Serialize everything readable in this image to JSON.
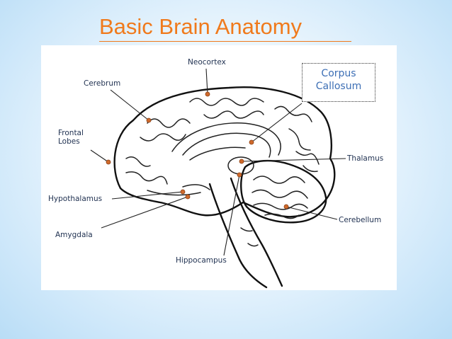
{
  "title": "Basic Brain Anatomy",
  "labels": {
    "neocortex": "Neocortex",
    "cerebrum": "Cerebrum",
    "frontal_line1": "Frontal",
    "frontal_line2": "Lobes",
    "thalamus": "Thalamus",
    "hypothalamus": "Hypothalamus",
    "amygdala": "Amygdala",
    "hippocampus": "Hippocampus",
    "cerebellum": "Cerebellum"
  },
  "callout": {
    "line1": "Corpus",
    "line2": "Callosum"
  },
  "colors": {
    "title": "#f07a1c",
    "callout_text": "#3d6fb5",
    "label_text": "#1f3050",
    "marker": "#cf6a2c"
  }
}
